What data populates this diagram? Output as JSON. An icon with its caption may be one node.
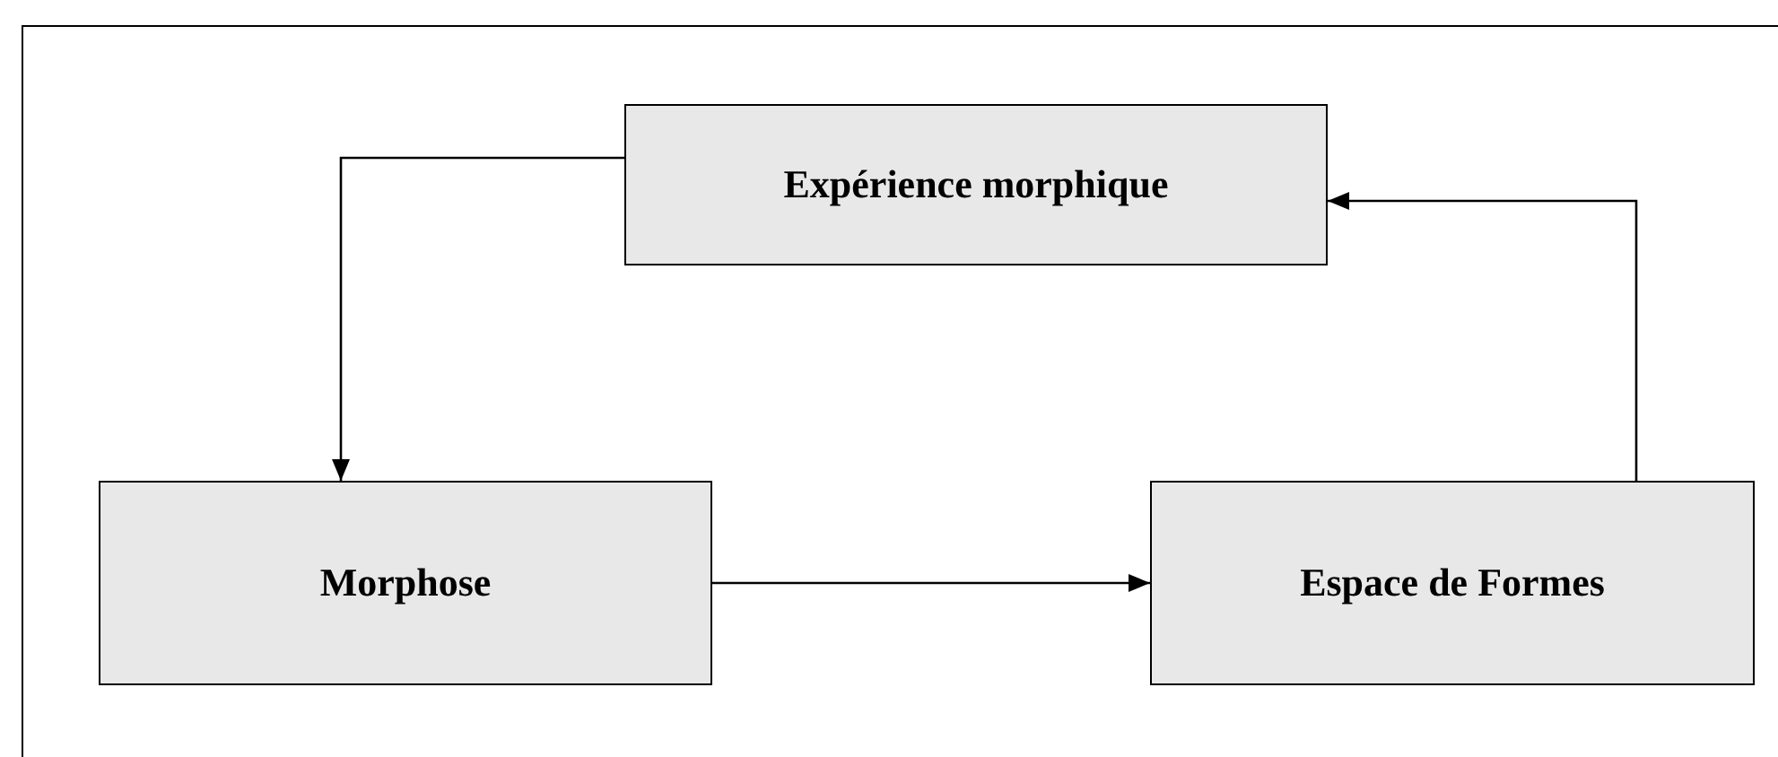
{
  "diagram": {
    "nodes": [
      {
        "text": [
          "Expérience morphique"
        ]
      },
      {
        "text": [
          "Morphose"
        ]
      },
      {
        "text": [
          "Espace de Formes"
        ]
      }
    ],
    "edges": [
      {
        "from": 0,
        "to": 1,
        "arrow": "to"
      },
      {
        "from": 1,
        "to": 2,
        "arrow": "to"
      },
      {
        "from": 2,
        "to": 0,
        "arrow": "to"
      }
    ]
  }
}
